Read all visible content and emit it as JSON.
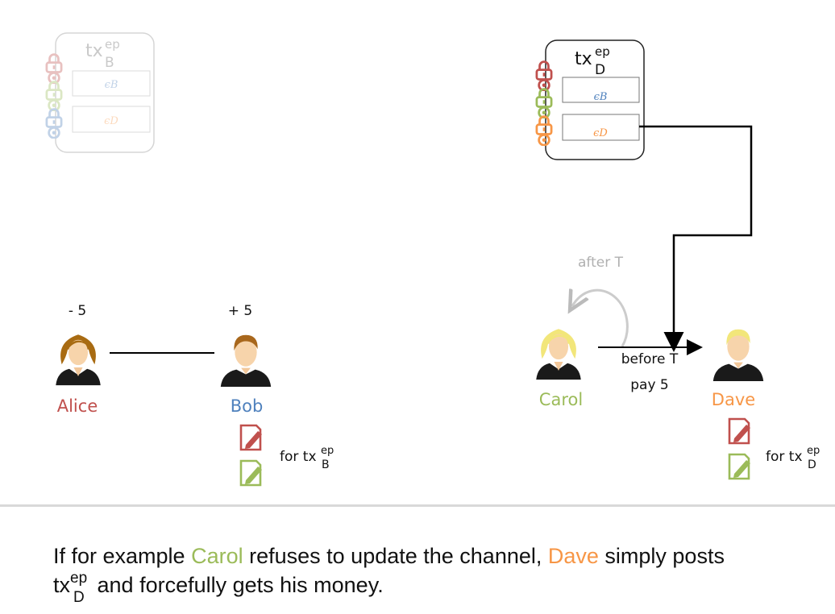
{
  "colors": {
    "alice": "#c0504d",
    "bob": "#4f81bd",
    "carol": "#9bbb59",
    "dave": "#f79646",
    "line": "#000000",
    "faded": "#cccccc",
    "separator": "#d9d9d9"
  },
  "left_tx": {
    "base": "tx",
    "sup": "ep",
    "sub": "B",
    "slot1": "ϵB",
    "slot2": "ϵD"
  },
  "right_tx": {
    "base": "tx",
    "sup": "ep",
    "sub": "D",
    "slot1": "ϵB",
    "slot2": "ϵD"
  },
  "alice": {
    "name": "Alice",
    "amount": "- 5"
  },
  "bob": {
    "name": "Bob",
    "amount": "+ 5",
    "sign_base": "for tx",
    "sign_sup": "ep",
    "sign_sub": "B"
  },
  "carol": {
    "name": "Carol"
  },
  "dave": {
    "name": "Dave",
    "sign_base": "for tx",
    "sign_sup": "ep",
    "sign_sub": "D"
  },
  "arrows": {
    "after": "after T",
    "before": "before T",
    "pay": "pay 5"
  },
  "caption": {
    "lead": "If for example ",
    "carol": "Carol",
    "mid": " refuses to update the channel, ",
    "dave": "Dave",
    "tail": " simply posts",
    "tx_base": "tx",
    "tx_sup": "ep",
    "tx_sub": "D",
    "end": " and forcefully gets his money."
  },
  "icons": [
    "lock-icon",
    "document-sign-icon",
    "person-icon"
  ]
}
